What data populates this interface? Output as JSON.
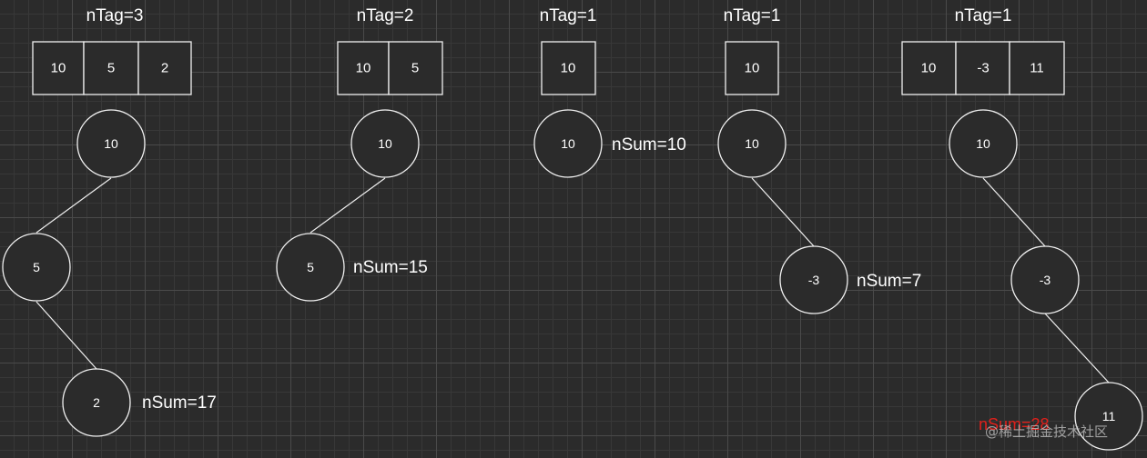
{
  "panels": [
    {
      "tag": "nTag=3",
      "cells": [
        "10",
        "5",
        "2"
      ],
      "nodes": [
        "10",
        "5",
        "2"
      ],
      "sum": "nSum=17"
    },
    {
      "tag": "nTag=2",
      "cells": [
        "10",
        "5"
      ],
      "nodes": [
        "10",
        "5"
      ],
      "sum": "nSum=15"
    },
    {
      "tag": "nTag=1",
      "cells": [
        "10"
      ],
      "nodes": [
        "10"
      ],
      "sum": "nSum=10"
    },
    {
      "tag": "nTag=1",
      "cells": [
        "10"
      ],
      "nodes": [
        "10",
        "-3"
      ],
      "sum": "nSum=7"
    },
    {
      "tag": "nTag=1",
      "cells": [
        "10",
        "-3",
        "11"
      ],
      "nodes": [
        "10",
        "-3",
        "11"
      ],
      "sum": "nSum=28"
    }
  ],
  "watermark": "@稀土掘金技术社区",
  "colors": {
    "background": "#2b2b2b",
    "stroke": "#f0f0f0",
    "text": "#ffffff",
    "highlight": "#e0201b"
  }
}
